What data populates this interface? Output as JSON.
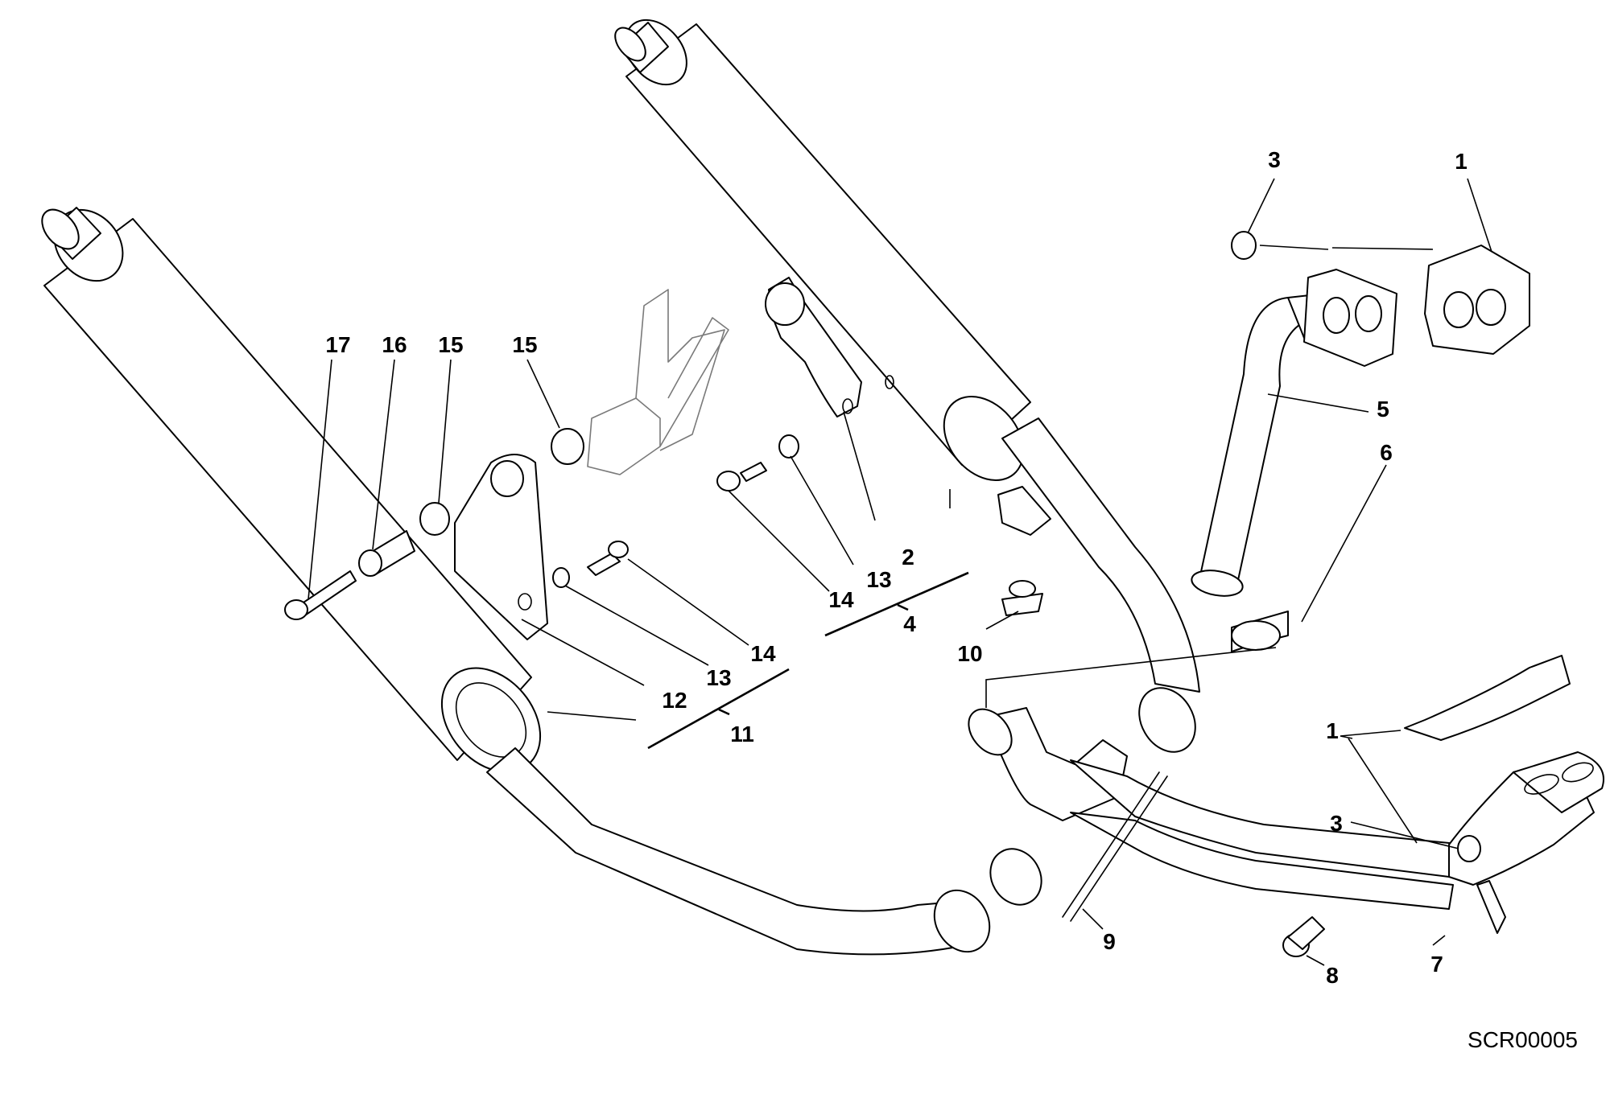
{
  "diagram": {
    "reference_code": "SCR00005",
    "callouts": {
      "c1_top": "1",
      "c3_top": "3",
      "c5": "5",
      "c6": "6",
      "c17": "17",
      "c16": "16",
      "c15a": "15",
      "c15b": "15",
      "c2": "2",
      "c13_right": "13",
      "c14_right": "14",
      "c4": "4",
      "c10": "10",
      "c14_left": "14",
      "c13_left": "13",
      "c12": "12",
      "c11": "11",
      "c1_bottom": "1",
      "c3_bottom": "3",
      "c9": "9",
      "c8": "8",
      "c7": "7"
    }
  }
}
